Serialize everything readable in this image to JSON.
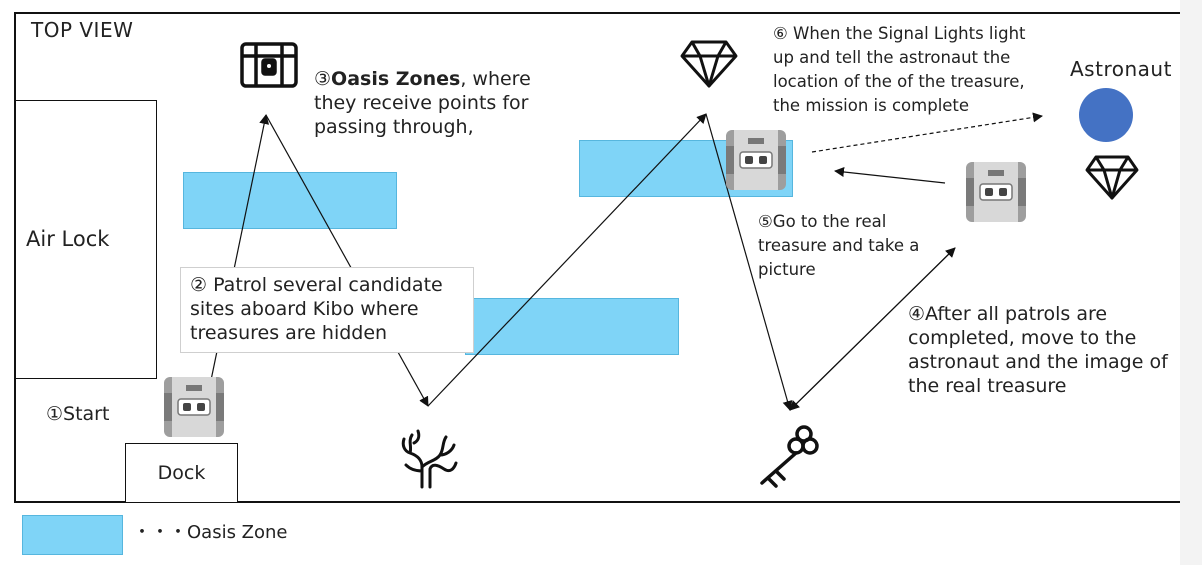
{
  "title": "TOP VIEW",
  "airlock_label": "Air Lock",
  "start_label": "①Start",
  "dock_label": "Dock",
  "step2": "② Patrol several candidate sites aboard Kibo where treasures are hidden",
  "step3_bold": "Oasis Zones",
  "step3_prefix": "③",
  "step3_rest": ", where they receive points for passing through,",
  "step4": "④After all patrols are completed, move to the astronaut and the image of the real treasure",
  "step5": "⑤Go to the real treasure and take a picture",
  "step6": "⑥ When the Signal Lights light up and tell the astronaut the location of the of the treasure, the mission is complete",
  "astronaut_label": "Astronaut",
  "legend_label": "・・・Oasis Zone",
  "colors": {
    "oasis_fill": "#7fd4f7",
    "astronaut": "#4472c4",
    "line": "#111111"
  },
  "icons": [
    "treasure-chest-icon",
    "diamond-icon",
    "coral-icon",
    "key-icon",
    "robot-icon"
  ]
}
